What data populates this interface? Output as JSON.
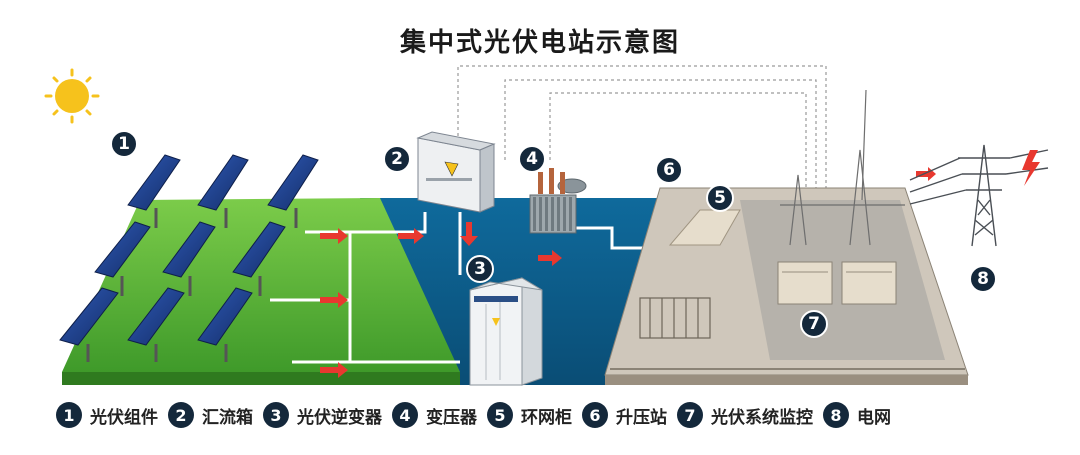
{
  "title": "集中式光伏电站示意图",
  "badges": [
    "1",
    "2",
    "3",
    "4",
    "5",
    "6",
    "7",
    "8"
  ],
  "legend": [
    {
      "num": "1",
      "label": "光伏组件"
    },
    {
      "num": "2",
      "label": "汇流箱"
    },
    {
      "num": "3",
      "label": "光伏逆变器"
    },
    {
      "num": "4",
      "label": "变压器"
    },
    {
      "num": "5",
      "label": "环网柜"
    },
    {
      "num": "6",
      "label": "升压站"
    },
    {
      "num": "7",
      "label": "光伏系统监控"
    },
    {
      "num": "8",
      "label": "电网"
    }
  ],
  "colors": {
    "badge": "#14283b",
    "water": "#0d5a86",
    "grass": "#5fb43a",
    "arrow": "#e8382f",
    "sun": "#f6c21c",
    "panel": "#1c3d8a"
  },
  "icons": [
    "sun-icon",
    "solar-panel-icon",
    "combiner-box-icon",
    "inverter-cabinet-icon",
    "transformer-icon",
    "substation-icon",
    "transmission-tower-icon",
    "lightning-icon"
  ]
}
